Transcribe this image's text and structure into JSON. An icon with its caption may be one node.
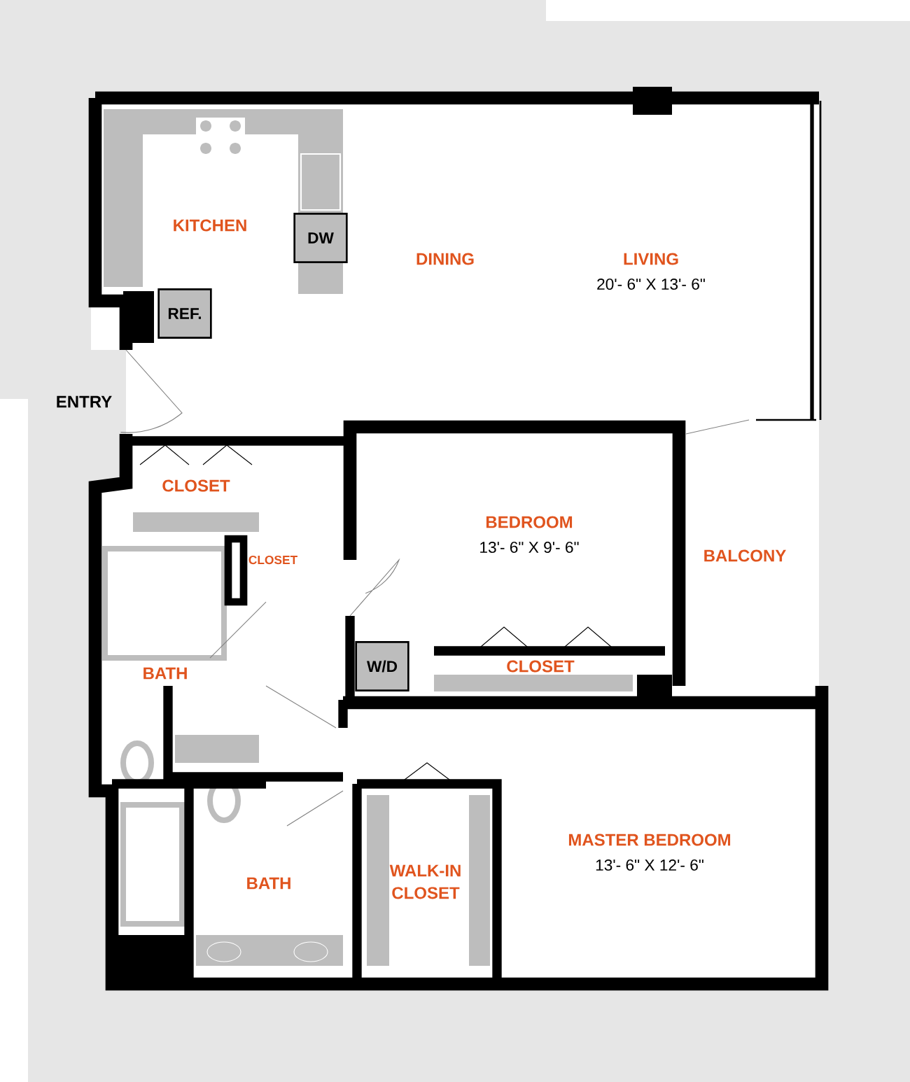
{
  "diagram": {
    "nodes": [
      {
        "text": [
          "DW"
        ]
      },
      {
        "text": [
          "REF."
        ]
      },
      {
        "text": [
          "W/D"
        ]
      }
    ],
    "labels": [
      "KITCHEN",
      "DINING",
      "LIVING",
      "20'- 6\" X 13'- 6\"",
      "ENTRY",
      "CLOSET",
      "BEDROOM",
      "13'- 6\" X 9'- 6\"",
      "BALCONY",
      "CLOSET",
      "BATH",
      "CLOSET",
      "MASTER BEDROOM",
      "13'- 6\" X 12'- 6\"",
      "WALK-IN CLOSET",
      "BATH"
    ]
  }
}
